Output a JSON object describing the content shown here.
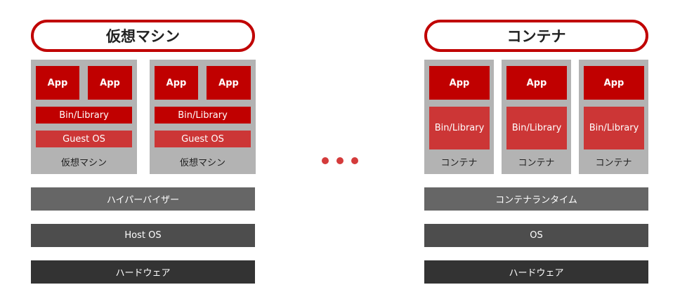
{
  "vm": {
    "title": "仮想マシン",
    "app": "App",
    "bin": "Bin/Library",
    "guest": "Guest OS",
    "label": "仮想マシン",
    "layers": [
      "ハイパーバイザー",
      "Host OS",
      "ハードウェア"
    ]
  },
  "container": {
    "title": "コンテナ",
    "app": "App",
    "bin": "Bin/Library",
    "label": "コンテナ",
    "layers": [
      "コンテナランタイム",
      "OS",
      "ハードウェア"
    ]
  },
  "colors": {
    "accent": "#c00000",
    "light_red": "#cc3636",
    "box": "#b3b3b3",
    "layer1": "#666666",
    "layer2": "#4d4d4d",
    "layer3": "#333333"
  }
}
